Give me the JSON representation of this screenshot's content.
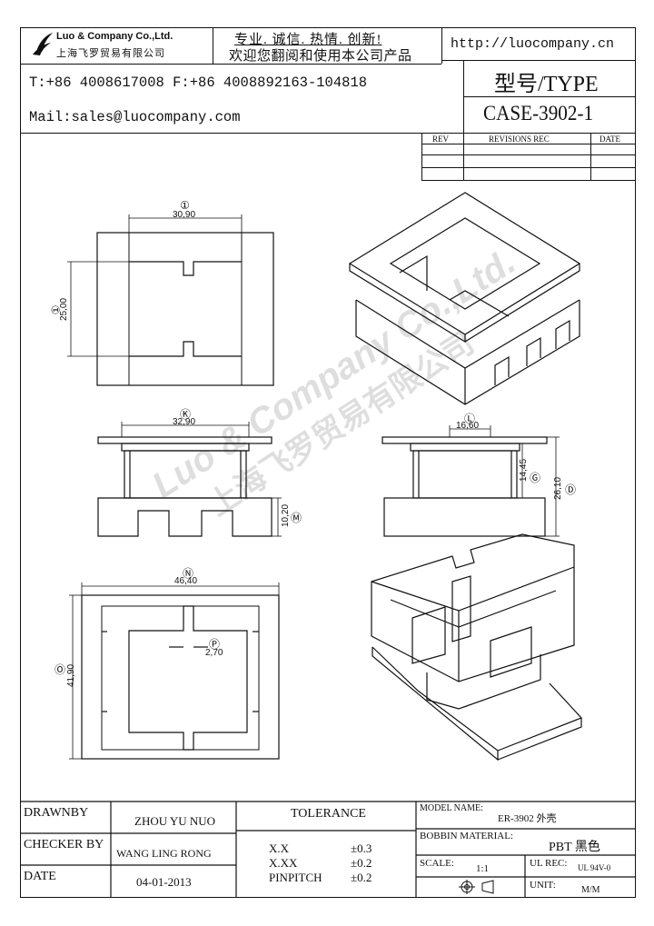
{
  "header": {
    "company_en": "Luo & Company Co.,Ltd.",
    "company_cn": "上海飞罗贸易有限公司",
    "slogan_line1": "专业. 诚信. 热情. 创新!",
    "slogan_line2": "欢迎您翻阅和使用本公司产品",
    "website": "http://luocompany.cn",
    "phone_fax": "T:+86 4008617008 F:+86 4008892163-104818",
    "mail": "Mail:sales@luocompany.com",
    "type_label": "型号/TYPE",
    "type_value": "CASE-3902-1"
  },
  "revisions": {
    "col_rev": "REV",
    "col_rec": "REVISIONS REC",
    "col_date": "DATE"
  },
  "dimensions": {
    "d1": {
      "mark": "①",
      "value": "30,90"
    },
    "d2": {
      "mark": "①",
      "value": "25,00"
    },
    "d3": {
      "mark": "Ⓚ",
      "value": "32,90"
    },
    "d4": {
      "mark": "Ⓜ",
      "value": "10,20"
    },
    "d5": {
      "mark": "Ⓛ",
      "value": "16,60"
    },
    "d6": {
      "mark": "Ⓖ",
      "value": "14,45"
    },
    "d7": {
      "mark": "Ⓓ",
      "value": "26,10"
    },
    "d8": {
      "mark": "Ⓝ",
      "value": "46,40"
    },
    "d9": {
      "mark": "Ⓞ",
      "value": "41,90"
    },
    "d10": {
      "mark": "Ⓟ",
      "value": "2,70"
    }
  },
  "watermark": {
    "line1": "Luo & Company Co.,Ltd.",
    "line2": "上海飞罗贸易有限公司"
  },
  "titleblock": {
    "drawnby_label": "DRAWNBY",
    "drawnby_value": "ZHOU YU NUO",
    "checker_label": "CHECKER BY",
    "checker_value": "WANG LING RONG",
    "date_label": "DATE",
    "date_value": "04-01-2013",
    "tolerance_label": "TOLERANCE",
    "tol_xx_label": "X.X",
    "tol_xx_value": "±0.3",
    "tol_xxx_label": "X.XX",
    "tol_xxx_value": "±0.2",
    "tol_pin_label": "PINPITCH",
    "tol_pin_value": "±0.2",
    "model_label": "MODEL NAME:",
    "model_value": "ER-3902 外壳",
    "material_label": "BOBBIN MATERIAL:",
    "material_value": "PBT 黑色",
    "scale_label": "SCALE:",
    "scale_value": "1:1",
    "ul_label": "UL REC:",
    "ul_value": "UL 94V-0",
    "unit_label": "UNIT:",
    "unit_value": "M/M"
  }
}
